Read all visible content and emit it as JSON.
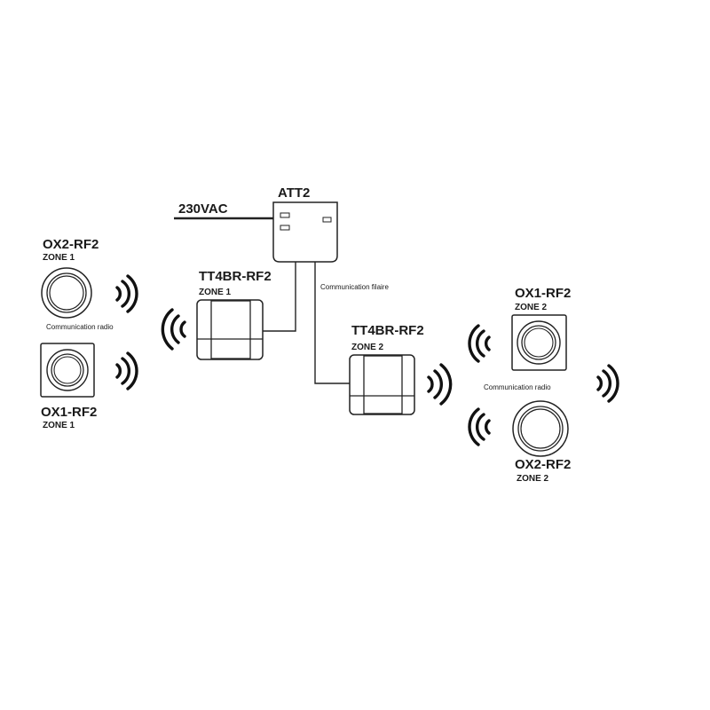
{
  "power": {
    "label": "230VAC"
  },
  "controller": {
    "label": "ATT2"
  },
  "wired_link": {
    "label": "Communication filaire"
  },
  "thermostats": [
    {
      "model": "TT4BR-RF2",
      "zone": "ZONE 1"
    },
    {
      "model": "TT4BR-RF2",
      "zone": "ZONE 2"
    }
  ],
  "left_group": {
    "radio_label": "Communication radio",
    "round_sensor": {
      "model": "OX2-RF2",
      "zone": "ZONE 1"
    },
    "square_sensor": {
      "model": "OX1-RF2",
      "zone": "ZONE 1"
    }
  },
  "right_group": {
    "radio_label": "Communication radio",
    "square_sensor": {
      "model": "OX1-RF2",
      "zone": "ZONE 2"
    },
    "round_sensor": {
      "model": "OX2-RF2",
      "zone": "ZONE 2"
    }
  },
  "colors": {
    "line": "#222222",
    "background": "#ffffff"
  }
}
